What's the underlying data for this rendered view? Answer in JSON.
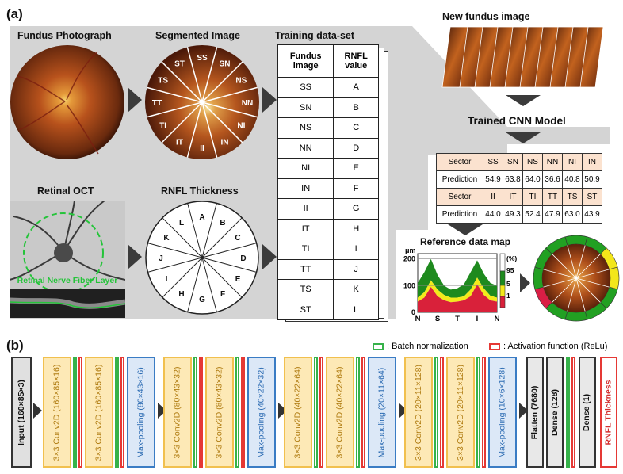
{
  "panel_a": {
    "label": "(a)",
    "fundus_photo_title": "Fundus Photograph",
    "segmented_title": "Segmented Image",
    "retinal_oct_title": "Retinal OCT",
    "rnfl_thickness_title": "RNFL Thickness",
    "rnfl_layer_caption": "Retinal Nerve Fiber Layer",
    "new_fundus_title": "New fundus image",
    "cnn_title": "Trained CNN Model",
    "reference_title": "Reference data map",
    "sectors_segmented": [
      "SS",
      "SN",
      "NS",
      "NN",
      "NI",
      "IN",
      "II",
      "IT",
      "TI",
      "TT",
      "TS",
      "ST"
    ],
    "sectors_rnfl": [
      "A",
      "B",
      "C",
      "D",
      "E",
      "F",
      "G",
      "H",
      "I",
      "J",
      "K",
      "L"
    ],
    "training": {
      "title": "Training data-set",
      "col1": "Fundus image",
      "col2": "RNFL value",
      "rows": [
        [
          "SS",
          "A"
        ],
        [
          "SN",
          "B"
        ],
        [
          "NS",
          "C"
        ],
        [
          "NN",
          "D"
        ],
        [
          "NI",
          "E"
        ],
        [
          "IN",
          "F"
        ],
        [
          "II",
          "G"
        ],
        [
          "IT",
          "H"
        ],
        [
          "TI",
          "I"
        ],
        [
          "TT",
          "J"
        ],
        [
          "TS",
          "K"
        ],
        [
          "ST",
          "L"
        ]
      ]
    },
    "prediction": {
      "row1_header": [
        "Sector",
        "SS",
        "SN",
        "NS",
        "NN",
        "NI",
        "IN"
      ],
      "row1_values": [
        "Prediction",
        "54.9",
        "63.8",
        "64.0",
        "36.6",
        "40.8",
        "50.9"
      ],
      "row2_header": [
        "Sector",
        "II",
        "IT",
        "TI",
        "TT",
        "TS",
        "ST"
      ],
      "row2_values": [
        "Prediction",
        "44.0",
        "49.3",
        "52.4",
        "47.9",
        "63.0",
        "43.9"
      ]
    },
    "chart_data": {
      "type": "area",
      "title": "Reference data map",
      "ylabel": "μm",
      "x_ticks": [
        "N",
        "S",
        "T",
        "I",
        "N"
      ],
      "y_ticks": [
        "0",
        "100",
        "200"
      ],
      "ylim": [
        0,
        220
      ],
      "legend_unit": "(%)",
      "legend_levels": [
        "95",
        "5",
        "1"
      ],
      "colors": {
        "green": "#1e8a1e",
        "yellow": "#f3ea1b",
        "red": "#d9213a",
        "white": "#ffffff"
      },
      "x": [
        0,
        1,
        2,
        3,
        4,
        5,
        6,
        7,
        8,
        9,
        10,
        11,
        12
      ],
      "red_upper": [
        40,
        55,
        95,
        60,
        45,
        38,
        40,
        45,
        60,
        105,
        65,
        45,
        40
      ],
      "yellow_upper": [
        55,
        75,
        120,
        85,
        65,
        55,
        55,
        60,
        85,
        130,
        90,
        62,
        55
      ],
      "green_upper": [
        110,
        150,
        200,
        140,
        100,
        85,
        90,
        105,
        150,
        195,
        145,
        110,
        100
      ]
    },
    "ring_colors": {
      "green": "#22a022",
      "yellow": "#f3e61a",
      "red": "#d91e45"
    }
  },
  "panel_b": {
    "label": "(b)",
    "legend_bn": ": Batch normalization",
    "legend_act": ": Activation function (ReLu)",
    "input": "Input (160×85×3)",
    "blocks": [
      {
        "conv1": "3×3 Conv2D (160×85×16)",
        "conv2": "3×3 Conv2D (160×85×16)",
        "pool": "Max-pooling (80×43×16)"
      },
      {
        "conv1": "3×3 Conv2D (80×43×32)",
        "conv2": "3×3 Conv2D (80×43×32)",
        "pool": "Max-pooling (40×22×32)"
      },
      {
        "conv1": "3×3 Conv2D (40×22×64)",
        "conv2": "3×3 Conv2D (40×22×64)",
        "pool": "Max-pooling (20×11×64)"
      },
      {
        "conv1": "3×3 Conv2D (20×11×128)",
        "conv2": "3×3 Conv2D (20×11×128)",
        "pool": "Max-pooling (10×6×128)"
      }
    ],
    "flatten": "Flatten (7680)",
    "dense1": "Dense (128)",
    "dense2": "Dense (1)",
    "output": "RNFL Thickness"
  }
}
